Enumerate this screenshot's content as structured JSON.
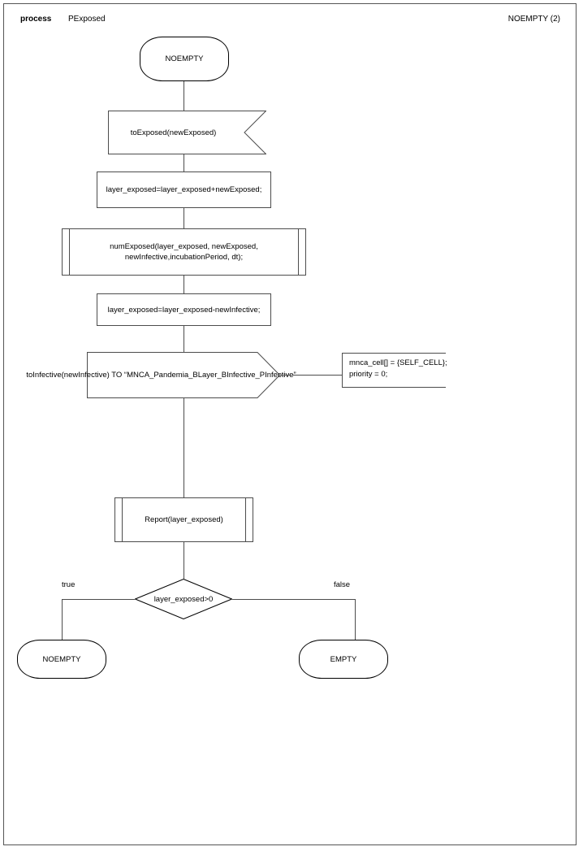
{
  "header": {
    "keyword": "process",
    "process_name": "PExposed",
    "state_ref": "NOEMPTY (2)"
  },
  "diagram": {
    "type": "sdl-process-flowchart",
    "nodes": [
      {
        "id": "start-state",
        "kind": "state",
        "text": "NOEMPTY"
      },
      {
        "id": "input-toexposed",
        "kind": "input",
        "text": "toExposed(newExposed)"
      },
      {
        "id": "task-add",
        "kind": "task",
        "text": "layer_exposed=layer_exposed+newExposed;"
      },
      {
        "id": "proc-numexposed",
        "kind": "procedure-call",
        "line1": "numExposed(layer_exposed, newExposed,",
        "line2": "newInfective,incubationPeriod, dt);"
      },
      {
        "id": "task-sub",
        "kind": "task",
        "text": "layer_exposed=layer_exposed-newInfective;"
      },
      {
        "id": "output-toinfective",
        "kind": "output",
        "text": "toInfective(newInfective) TO “MNCA_Pandemia_BLayer_BInfective_PInfective”"
      },
      {
        "id": "comment-output",
        "kind": "comment",
        "line1": "mnca_cell[] = {SELF_CELL};",
        "line2": "priority = 0;"
      },
      {
        "id": "proc-report",
        "kind": "procedure-call",
        "line1": "Report(layer_exposed)",
        "line2": ""
      },
      {
        "id": "decision",
        "kind": "decision",
        "text": "layer_exposed>0"
      },
      {
        "id": "end-noempty",
        "kind": "state",
        "text": "NOEMPTY"
      },
      {
        "id": "end-empty",
        "kind": "state",
        "text": "EMPTY"
      }
    ],
    "branch_labels": {
      "true": "true",
      "false": "false"
    },
    "colors": {
      "stroke": "#4c4c4c",
      "stroke_dark": "#000000",
      "background": "#ffffff",
      "text": "#000000"
    }
  }
}
